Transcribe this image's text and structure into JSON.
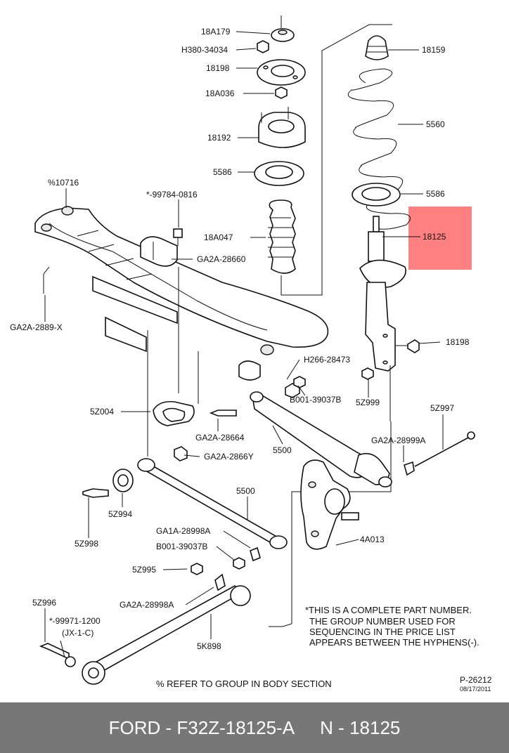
{
  "labels": {
    "l18A179": "18A179",
    "lH380": "H380-34034",
    "l18198a": "18198",
    "l18A036": "18A036",
    "l18192": "18192",
    "l5586a": "5586",
    "l18A047": "18A047",
    "l18159": "18159",
    "l5560": "5560",
    "l5586b": "5586",
    "l18125": "18125",
    "l18198b": "18198",
    "l10716": "%10716",
    "l99784": "*-99784-0816",
    "lGA2A28660": "GA2A-28660",
    "lGA2A2889": "GA2A-2889-X",
    "lH266": "H266-28473",
    "lB001a": "B001-39037B",
    "l5Z999": "5Z999",
    "l5Z004": "5Z004",
    "lGA2A28664": "GA2A-28664",
    "l5500a": "5500",
    "l5Z997": "5Z997",
    "lGA2A28999A": "GA2A-28999A",
    "lGA2A2866Y": "GA2A-2866Y",
    "l5500b": "5500",
    "l5Z994": "5Z994",
    "l5Z998": "5Z998",
    "lGA1A": "GA1A-28998A",
    "lB001b": "B001-39037B",
    "l4A013": "4A013",
    "l5Z995": "5Z995",
    "lGA2A28998A": "GA2A-28998A",
    "l5Z996": "5Z996",
    "l99971": "*-99971-1200",
    "lJX": "(JX-1-C)",
    "l5K898": "5K898"
  },
  "note_lines": [
    "*THIS IS A COMPLETE PART NUMBER.",
    "THE GROUP NUMBER USED FOR",
    "SEQUENCING IN THE PRICE LIST",
    "APPEARS BETWEEN THE HYPHENS(-)."
  ],
  "refer_text": "% REFER TO GROUP IN BODY SECTION",
  "drawing_id": "P-26212",
  "drawing_date": "08/17/2011",
  "highlight_color": "#ff8080",
  "footer": {
    "make": "FORD",
    "part_number": "F32Z-18125-A",
    "n_label": "N",
    "n_value": "18125"
  }
}
